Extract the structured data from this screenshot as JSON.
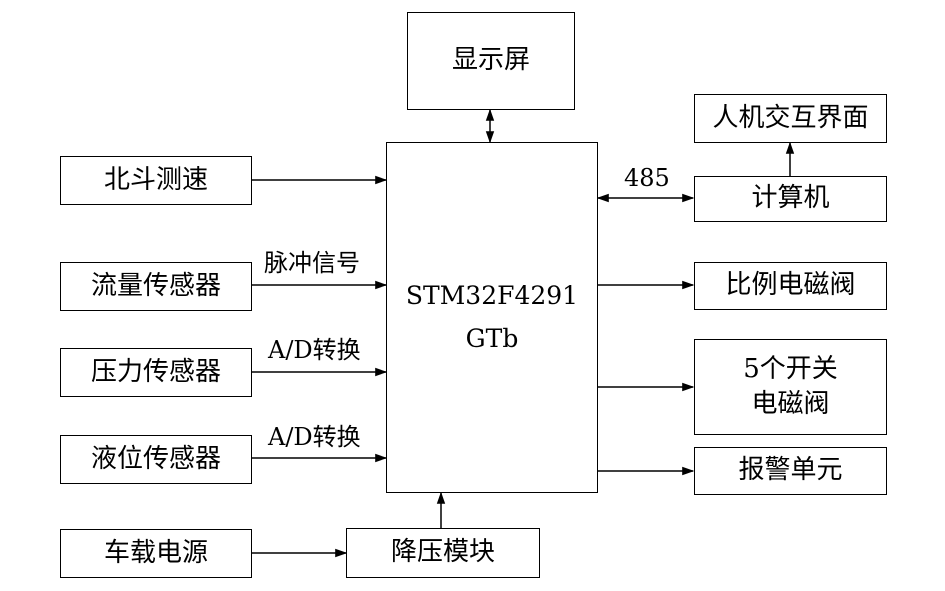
{
  "nodes": {
    "display": "显示屏",
    "hmi": "人机交互界面",
    "beidou": "北斗测速",
    "computer": "计算机",
    "flow_sensor": "流量传感器",
    "mcu_line1": "STM32F4291",
    "mcu_line2": "GTb",
    "prop_valve": "比例电磁阀",
    "pressure_sensor": "压力传感器",
    "switch_valve_line1": "5个开关",
    "switch_valve_line2": "电磁阀",
    "level_sensor": "液位传感器",
    "alarm": "报警单元",
    "power": "车载电源",
    "buck": "降压模块"
  },
  "edge_labels": {
    "rs485": "485",
    "pulse": "脉冲信号",
    "ad1": "A/D转换",
    "ad2": "A/D转换"
  }
}
